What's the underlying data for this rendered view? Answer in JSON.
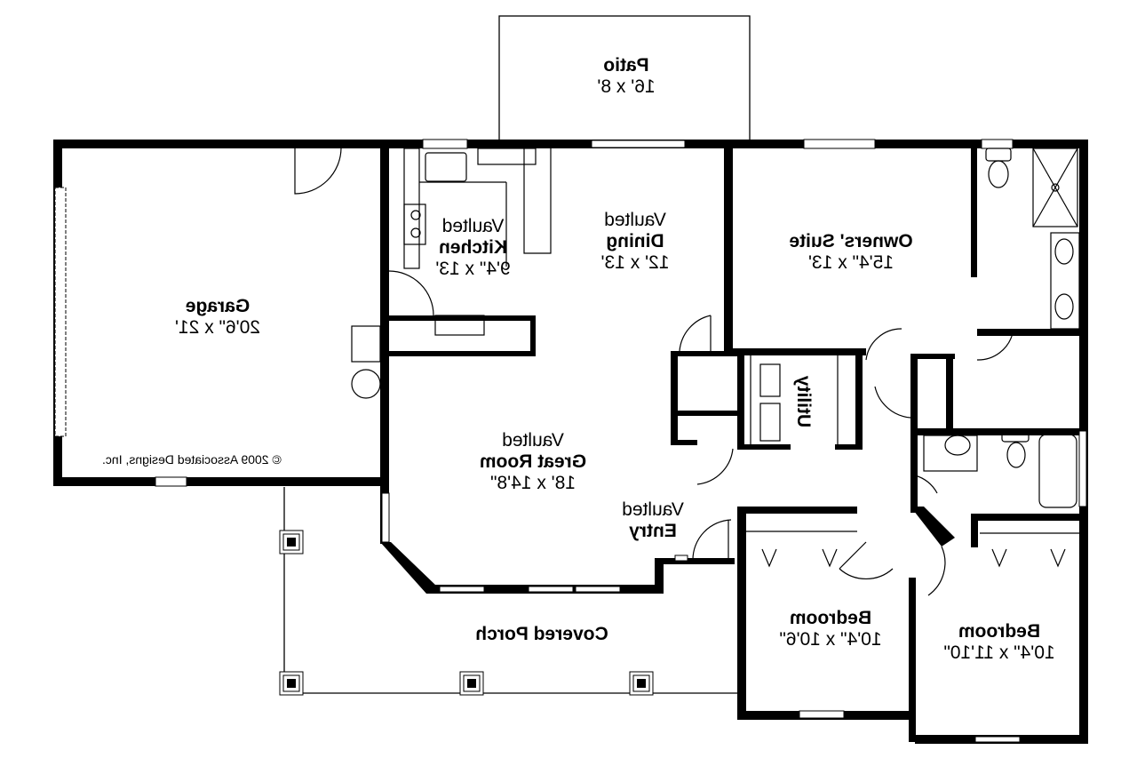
{
  "plan": {
    "mirrored": true,
    "wall_color": "#000000",
    "background": "#ffffff"
  },
  "rooms": {
    "patio": {
      "title": "Patio",
      "dim": "16' x 8'"
    },
    "garage": {
      "title": "Garage",
      "dim": "20'6\" x 21'"
    },
    "kitchen": {
      "sub": "Vaulted",
      "title": "Kitchen",
      "dim": "9'4\" x 13'"
    },
    "dining": {
      "sub": "Vaulted",
      "title": "Dining",
      "dim": "12' x 13'"
    },
    "owners_suite": {
      "title": "Owners' Suite",
      "dim": "15'4\" x 13'"
    },
    "great_room": {
      "sub": "Vaulted",
      "title": "Great Room",
      "dim": "18' x 14'8\""
    },
    "entry": {
      "sub": "Vaulted",
      "title": "Entry"
    },
    "utility": {
      "title": "Utility"
    },
    "covered_porch": {
      "title": "Covered Porch"
    },
    "bedroom_1": {
      "title": "Bedroom",
      "dim": "10'4\" x 10'6\""
    },
    "bedroom_2": {
      "title": "Bedroom",
      "dim": "10'4\" x 11'10\""
    }
  },
  "copyright": "© 2009 Associated Designs, Inc."
}
